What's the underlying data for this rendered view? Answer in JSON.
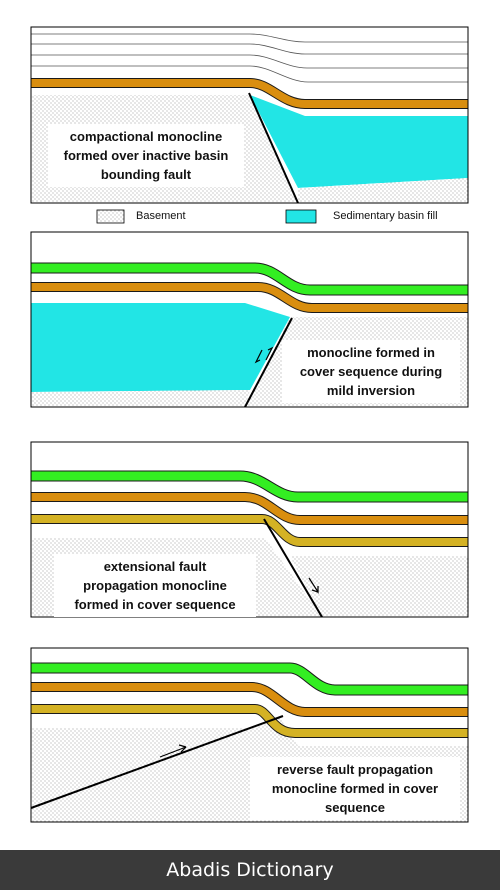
{
  "panels": [
    {
      "caption": [
        "compactional monocline",
        "formed over  inactive basin",
        "bounding fault"
      ]
    },
    {
      "caption": [
        "monocline formed in",
        "cover sequence during",
        "mild inversion"
      ]
    },
    {
      "caption": [
        "extensional fault",
        "propagation monocline",
        "formed in cover sequence"
      ]
    },
    {
      "caption": [
        "reverse fault propagation",
        "monocline formed in cover",
        "sequence"
      ]
    }
  ],
  "legend": {
    "basement": "Basement",
    "basin_fill": "Sedimentary basin fill"
  },
  "footer": {
    "brand": "Abadis Dictionary"
  },
  "colors": {
    "green_layer": "#33ee22",
    "orange_layer": "#d98e0f",
    "yellow_layer": "#d4b224",
    "basin_fill": "#22e5e5",
    "basement_dots": "#9a9a9a"
  }
}
